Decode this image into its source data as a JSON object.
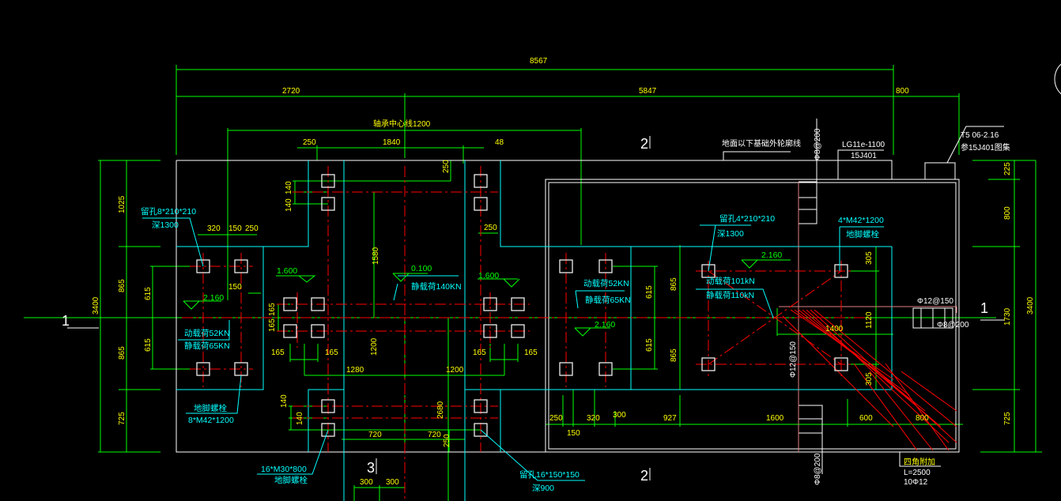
{
  "drawing": {
    "colors": {
      "background": "#000000",
      "dimension": "#00ff00",
      "dimension_text": "#ffff00",
      "annotation": "#00ffff",
      "centerline": "#ff0000",
      "outline": "#ffffff"
    },
    "dims": [
      "8567",
      "2720",
      "5847",
      "800",
      "250",
      "1840",
      "48",
      "250",
      "140",
      "140",
      "1025",
      "320",
      "150",
      "250",
      "250",
      "1580",
      "865",
      "150",
      "615",
      "165",
      "165",
      "615",
      "865",
      "165",
      "165",
      "1200",
      "1280",
      "1200",
      "165",
      "165",
      "725",
      "140",
      "140",
      "2680",
      "720",
      "720",
      "250",
      "300",
      "300",
      "615",
      "865",
      "615",
      "865",
      "305",
      "1120",
      "1400",
      "305",
      "250",
      "150",
      "320",
      "300",
      "927",
      "1600",
      "600",
      "800",
      "225",
      "800",
      "1730",
      "725",
      "3400",
      "3400"
    ],
    "axis_note": "轴承中心线1200",
    "annotations": {
      "hole_left": "留孔8*210*210",
      "hole_left_depth": "深1300",
      "dyn_left": "动载荷52KN",
      "static_left": "静载荷65KN",
      "static_center": "静载荷140KN",
      "dyn_mid": "动载荷52KN",
      "static_mid": "静载荷65KN",
      "hole_right": "留孔4*210*210",
      "hole_right_depth": "深1300",
      "dyn_right": "动载荷101kN",
      "static_right": "静载荷110kN",
      "bolt_right": "4*M42*1200",
      "bolt_right_label": "地脚螺栓",
      "bolt_left_label": "地脚螺栓",
      "bolt_left": "8*M42*1200",
      "bolt_bottom": "16*M30*800",
      "bolt_bottom_label": "地脚螺栓",
      "hole_bottom": "留孔16*150*150",
      "hole_bottom_depth": "深900"
    },
    "elevations": [
      "1.600",
      "0.100",
      "1.600",
      "2.160",
      "2.160",
      "2.160"
    ],
    "notes": {
      "outline_note": "地面以下基础外轮廓线",
      "lg": "LG11e-1100",
      "lg_ref": "15J401",
      "t5": "T5 06-2.16",
      "t5_ref": "参15J401图集",
      "rebar_top": "Φ8@200",
      "rebar_right1": "Φ12@150",
      "rebar_right2": "Φ8@200",
      "rebar_mid": "Φ12@150",
      "rebar_bottom": "Φ8@200",
      "corner": "四角附加",
      "corner_len": "L=2500",
      "corner_bar": "10Φ12"
    },
    "sections": [
      "1",
      "1",
      "2",
      "2",
      "3"
    ]
  }
}
